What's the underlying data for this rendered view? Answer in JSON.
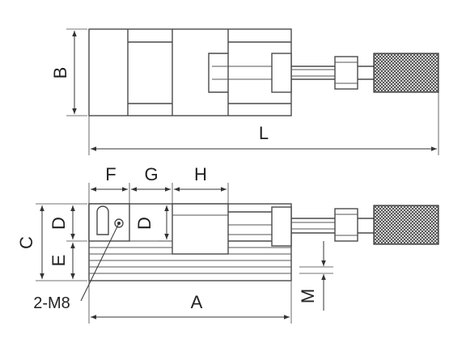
{
  "diagram": {
    "top_view": {
      "dims": {
        "length_label": "L",
        "width_label": "B"
      }
    },
    "side_view": {
      "dims": {
        "f_label": "F",
        "g_label": "G",
        "h_label": "H",
        "c_label": "C",
        "d_label": "D",
        "d_inner_label": "D",
        "e_label": "E",
        "a_label": "A",
        "m_label": "M",
        "thread_label": "2-M8"
      }
    }
  }
}
